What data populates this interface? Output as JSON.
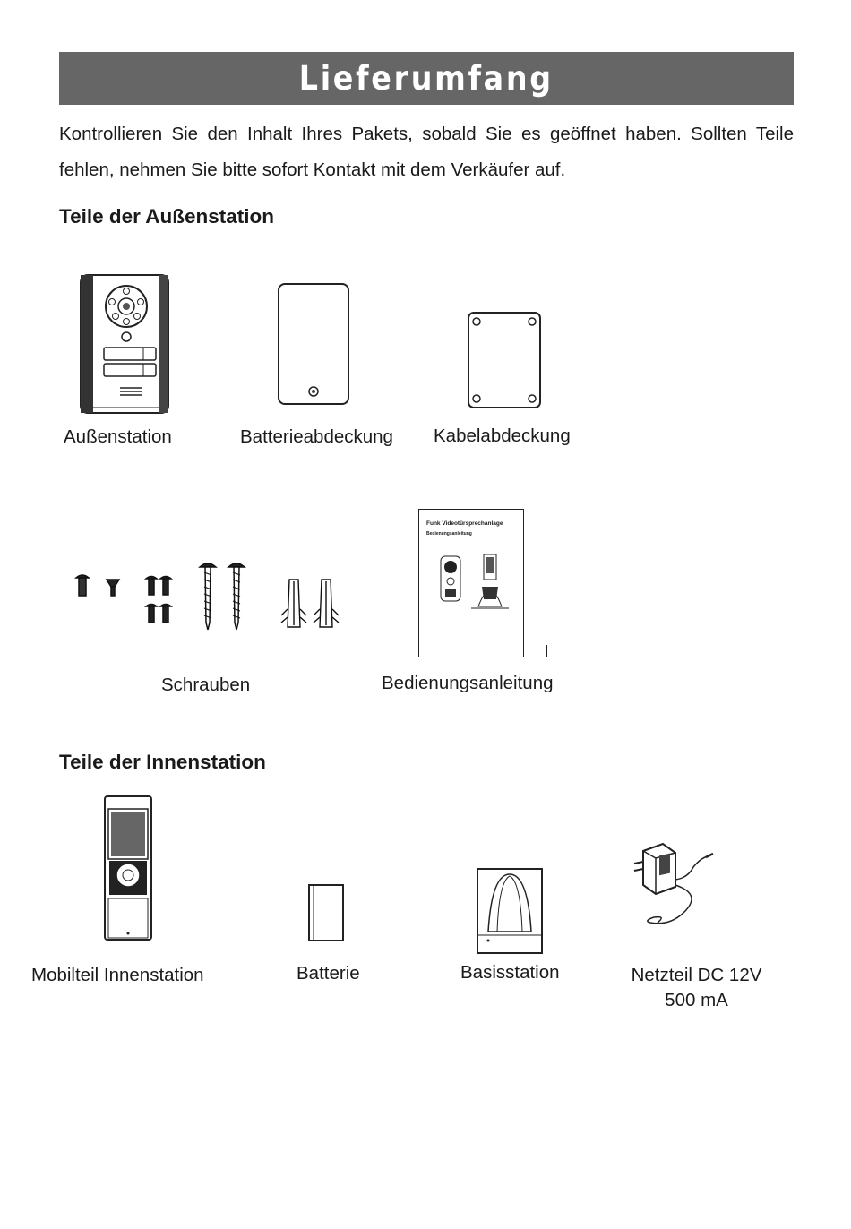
{
  "page": {
    "title": "Lieferumfang",
    "intro": "Kontrollieren Sie den Inhalt Ihres Pakets, sobald Sie es geöffnet haben. Sollten Teile fehlen, nehmen Sie bitte sofort Kontakt mit dem Verkäufer auf."
  },
  "outdoor": {
    "heading": "Teile der Außenstation",
    "items": [
      {
        "label": "Außenstation",
        "icon": "door-station-icon"
      },
      {
        "label": "Batterieabdeckung",
        "icon": "battery-cover-icon"
      },
      {
        "label": "Kabelabdeckung",
        "icon": "cable-cover-icon"
      },
      {
        "label": "Schrauben",
        "icon": "screws-icon"
      },
      {
        "label": "Bedienungsanleitung",
        "icon": "manual-icon"
      }
    ],
    "manual_cover": {
      "title": "Funk Videotürsprechanlage",
      "subtitle": "Bedienungsanleitung"
    }
  },
  "indoor": {
    "heading": "Teile der Innenstation",
    "items": [
      {
        "label": "Mobilteil Innenstation",
        "icon": "handset-icon"
      },
      {
        "label": "Batterie",
        "icon": "battery-icon"
      },
      {
        "label": "Basisstation",
        "icon": "base-station-icon"
      },
      {
        "label": "Netzteil DC 12V",
        "label2": "500 mA",
        "icon": "power-adapter-icon"
      }
    ]
  },
  "colors": {
    "banner": "#666666",
    "text": "#1a1a1a",
    "line": "#222222"
  }
}
